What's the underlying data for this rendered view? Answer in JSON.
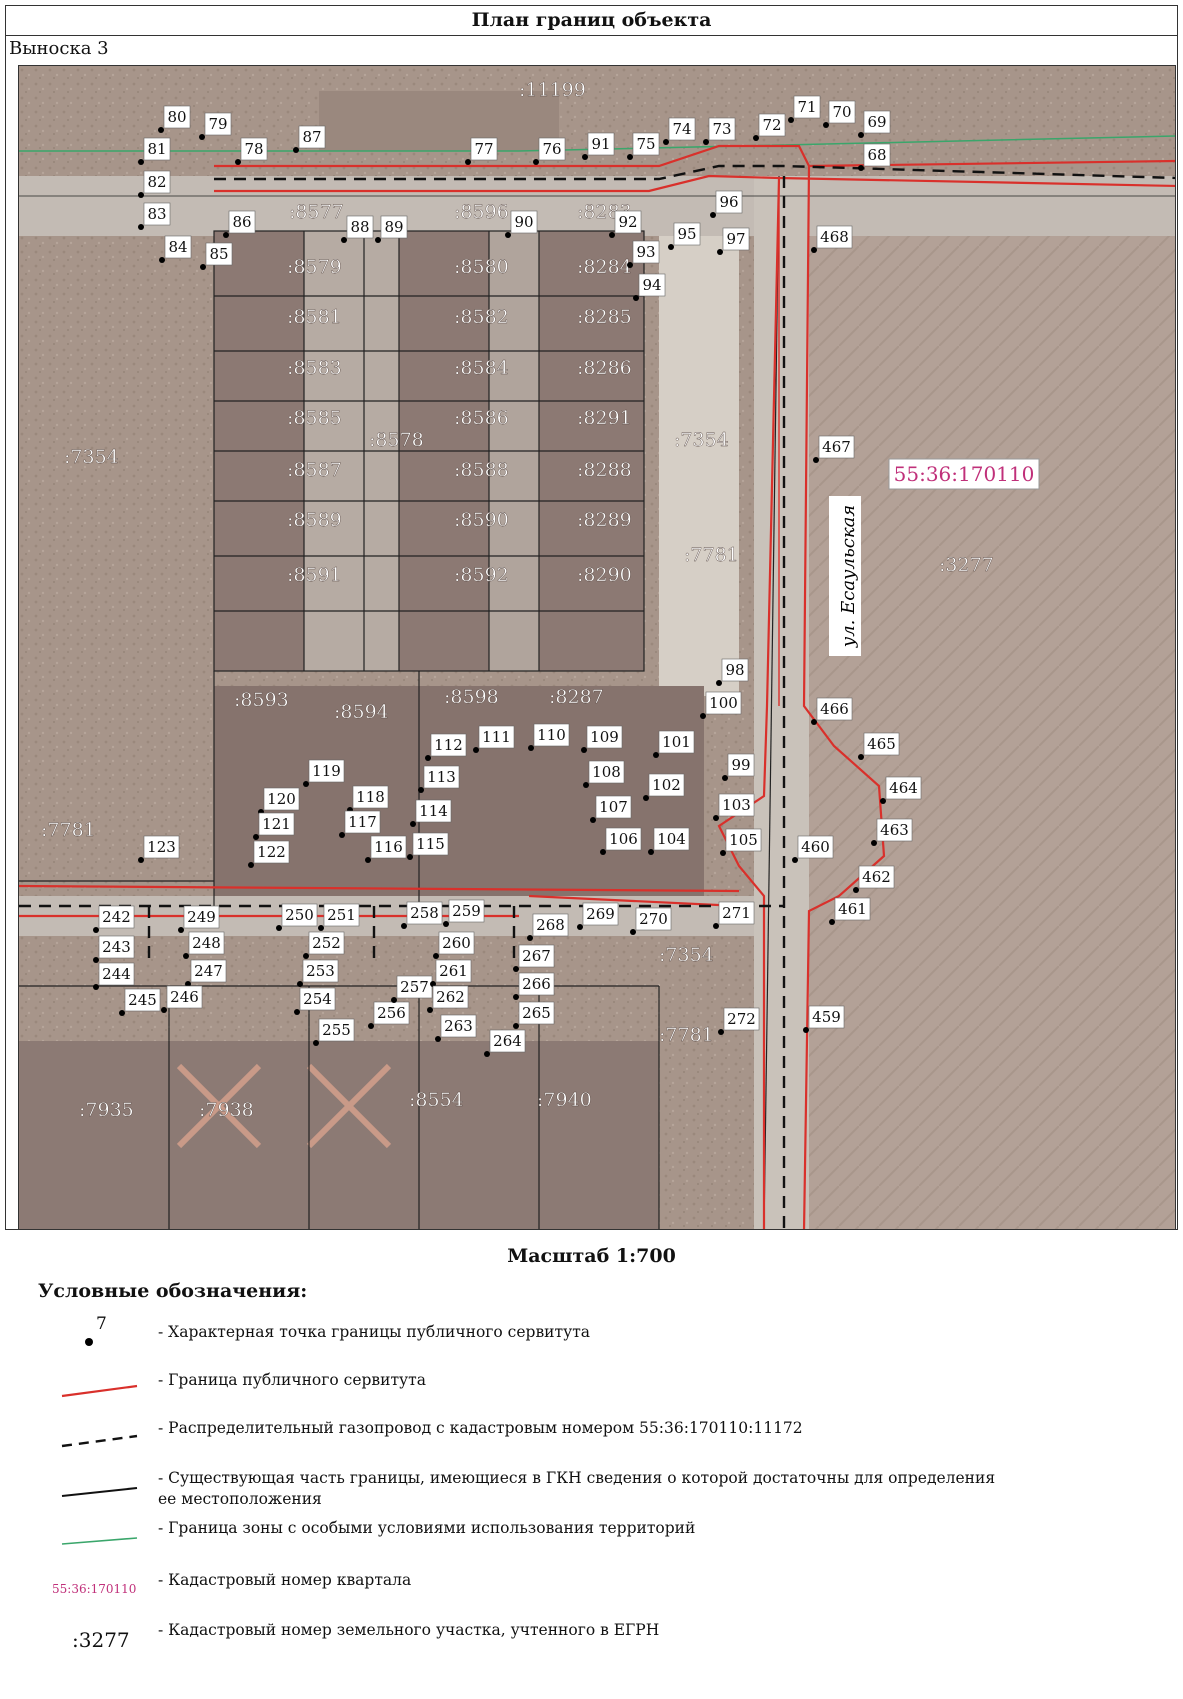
{
  "header": {
    "title": "План границ объекта",
    "callout": "Выноска 3"
  },
  "map": {
    "quarter_number": "55:36:170110",
    "street_name": "ул. Есаульская",
    "parcels": [
      ":11199",
      ":8577",
      ":8596",
      ":8283",
      ":8579",
      ":8580",
      ":8284",
      ":8581",
      ":8582",
      ":8285",
      ":8583",
      ":8584",
      ":8286",
      ":8585",
      ":8586",
      ":8291",
      ":8578",
      ":7354",
      ":7354",
      ":8587",
      ":8588",
      ":8288",
      ":8589",
      ":8590",
      ":8289",
      ":7781",
      ":8591",
      ":8592",
      ":8290",
      ":3277",
      ":8593",
      ":8594",
      ":8598",
      ":8287",
      ":7781",
      ":7354",
      ":7781",
      ":7935",
      ":7938",
      ":8554",
      ":7940"
    ],
    "points": [
      "80",
      "79",
      "81",
      "78",
      "87",
      "77",
      "76",
      "91",
      "75",
      "74",
      "73",
      "72",
      "71",
      "70",
      "69",
      "68",
      "82",
      "83",
      "86",
      "84",
      "85",
      "88",
      "89",
      "90",
      "92",
      "96",
      "97",
      "95",
      "93",
      "94",
      "468",
      "467",
      "98",
      "100",
      "466",
      "99",
      "101",
      "102",
      "103",
      "105",
      "104",
      "106",
      "465",
      "464",
      "463",
      "460",
      "462",
      "461",
      "112",
      "111",
      "110",
      "109",
      "108",
      "113",
      "107",
      "114",
      "115",
      "116",
      "119",
      "118",
      "120",
      "117",
      "121",
      "122",
      "123",
      "242",
      "243",
      "244",
      "245",
      "249",
      "248",
      "247",
      "246",
      "250",
      "251",
      "252",
      "253",
      "254",
      "255",
      "256",
      "257",
      "258",
      "259",
      "260",
      "261",
      "262",
      "263",
      "264",
      "265",
      "266",
      "267",
      "268",
      "269",
      "270",
      "271",
      "272",
      "459"
    ]
  },
  "scale": "Масштаб 1:700",
  "legend": {
    "title": "Условные обозначения:",
    "sample_point_number": "7",
    "sample_quarter": "55:36:170110",
    "sample_parcel": ":3277",
    "items": [
      "- Характерная точка границы публичного сервитута",
      "- Граница публичного сервитута",
      "- Распределительный газопровод с кадастровым номером 55:36:170110:11172",
      "- Существующая часть границы, имеющиеся в ГКН сведения о которой достаточны для определения ее местоположения",
      "- Граница зоны с особыми условиями использования территорий",
      "- Кадастровый номер квартала",
      "- Кадастровый номер земельного участка, учтенного в ЕГРН"
    ]
  },
  "colors": {
    "servitude": "#d9302b",
    "gas": "#222222",
    "zone": "#3aa66b",
    "quarter": "#c0307a",
    "ground": "#a89488",
    "roof": "#8a7670",
    "road": "#c8c2bc"
  }
}
